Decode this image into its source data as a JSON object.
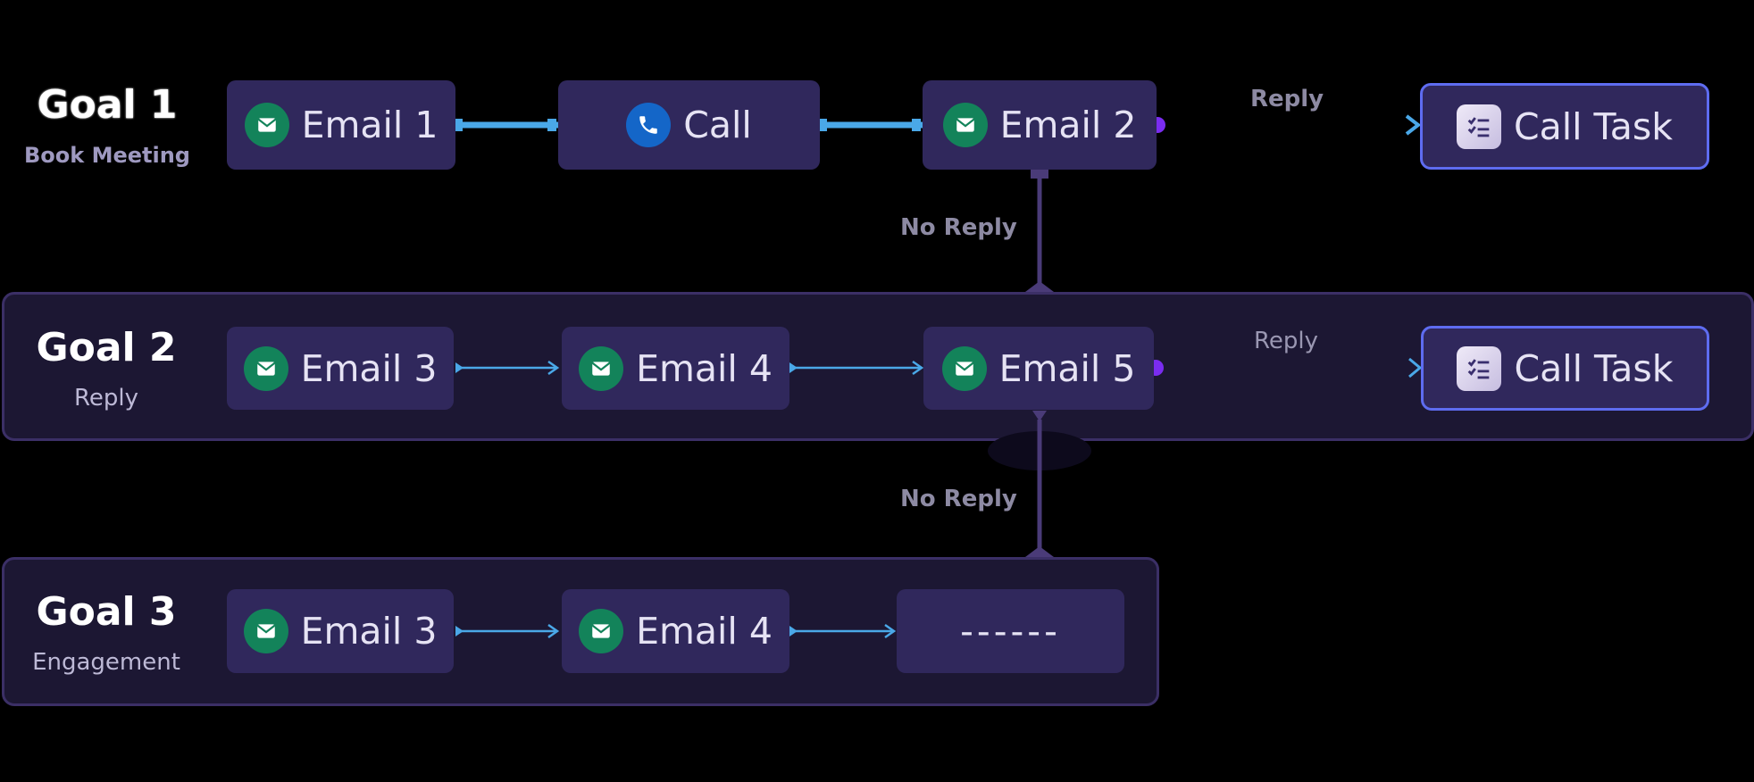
{
  "goals": [
    {
      "title": "Goal 1",
      "subtitle": "Book Meeting"
    },
    {
      "title": "Goal 2",
      "subtitle": "Reply"
    },
    {
      "title": "Goal 3",
      "subtitle": "Engagement"
    }
  ],
  "row1": {
    "email1": "Email 1",
    "call": "Call",
    "email2": "Email 2",
    "call_task": "Call Task",
    "branch_label": "Reply",
    "down_label": "No Reply"
  },
  "row2": {
    "email3": "Email 3",
    "email4": "Email 4",
    "email5": "Email 5",
    "call_task": "Call Task",
    "branch_label": "Reply",
    "down_label": "No Reply"
  },
  "row3": {
    "email3": "Email 3",
    "email4": "Email 4",
    "placeholder": "------"
  },
  "colors": {
    "background": "#000000",
    "panel": "#1c1733",
    "panel_border": "#3b2f66",
    "node": "#30285c",
    "email_icon": "#13835a",
    "call_icon": "#1466c8",
    "arrow_blue": "#4aa8e8",
    "arrow_purple": "#7a2cf0",
    "connector": "#4a3b78"
  },
  "icons": [
    "mail-icon",
    "phone-icon",
    "task-list-icon"
  ]
}
